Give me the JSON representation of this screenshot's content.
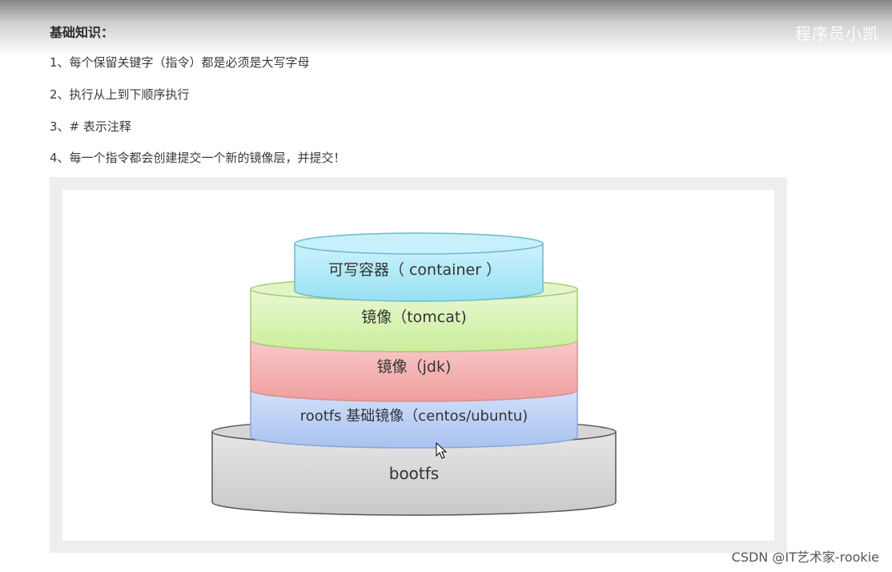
{
  "header": {
    "watermark": "程序员小凯"
  },
  "heading": "基础知识：",
  "rules": [
    "1、每个保留关键字（指令）都是必须是大写字母",
    "2、执行从上到下顺序执行",
    "3、# 表示注释",
    "4、每一个指令都会创建提交一个新的镜像层，并提交！"
  ],
  "diagram": {
    "layers": [
      {
        "label": "可写容器（ container ）",
        "color": "#b6ecf8"
      },
      {
        "label": "镜像（tomcat)",
        "color": "#dcf5b9"
      },
      {
        "label": "镜像（jdk)",
        "color": "#f7b9b9"
      },
      {
        "label": "rootfs 基础镜像（centos/ubuntu)",
        "color": "#c2d5f7"
      },
      {
        "label": "bootfs",
        "color": "#d9d9d9"
      }
    ]
  },
  "footer": {
    "watermark": "CSDN @IT艺术家-rookie"
  }
}
